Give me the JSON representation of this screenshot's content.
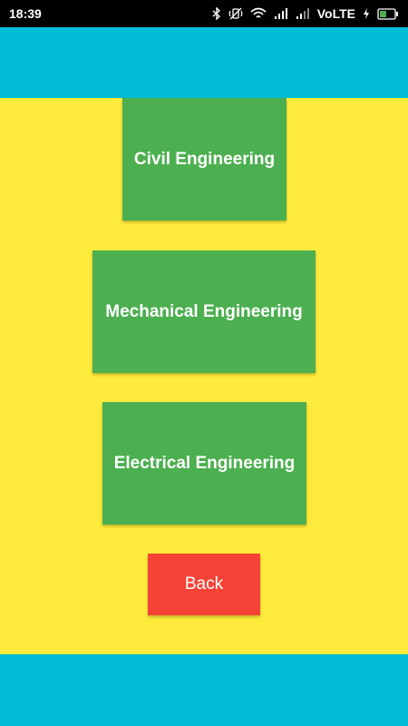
{
  "status_bar": {
    "time": "18:39",
    "network": "VoLTE",
    "icons": [
      "bluetooth-icon",
      "vibrate-icon",
      "wifi-icon",
      "signal-icon",
      "signal-icon",
      "charging-icon",
      "battery-icon"
    ]
  },
  "colors": {
    "background": "#ffeb3b",
    "band": "#00bcd4",
    "button": "#4caf50",
    "back": "#f44336"
  },
  "buttons": {
    "civil": "Civil Engineering",
    "mechanical": "Mechanical Engineering",
    "electrical": "Electrical Engineering",
    "back": "Back"
  }
}
